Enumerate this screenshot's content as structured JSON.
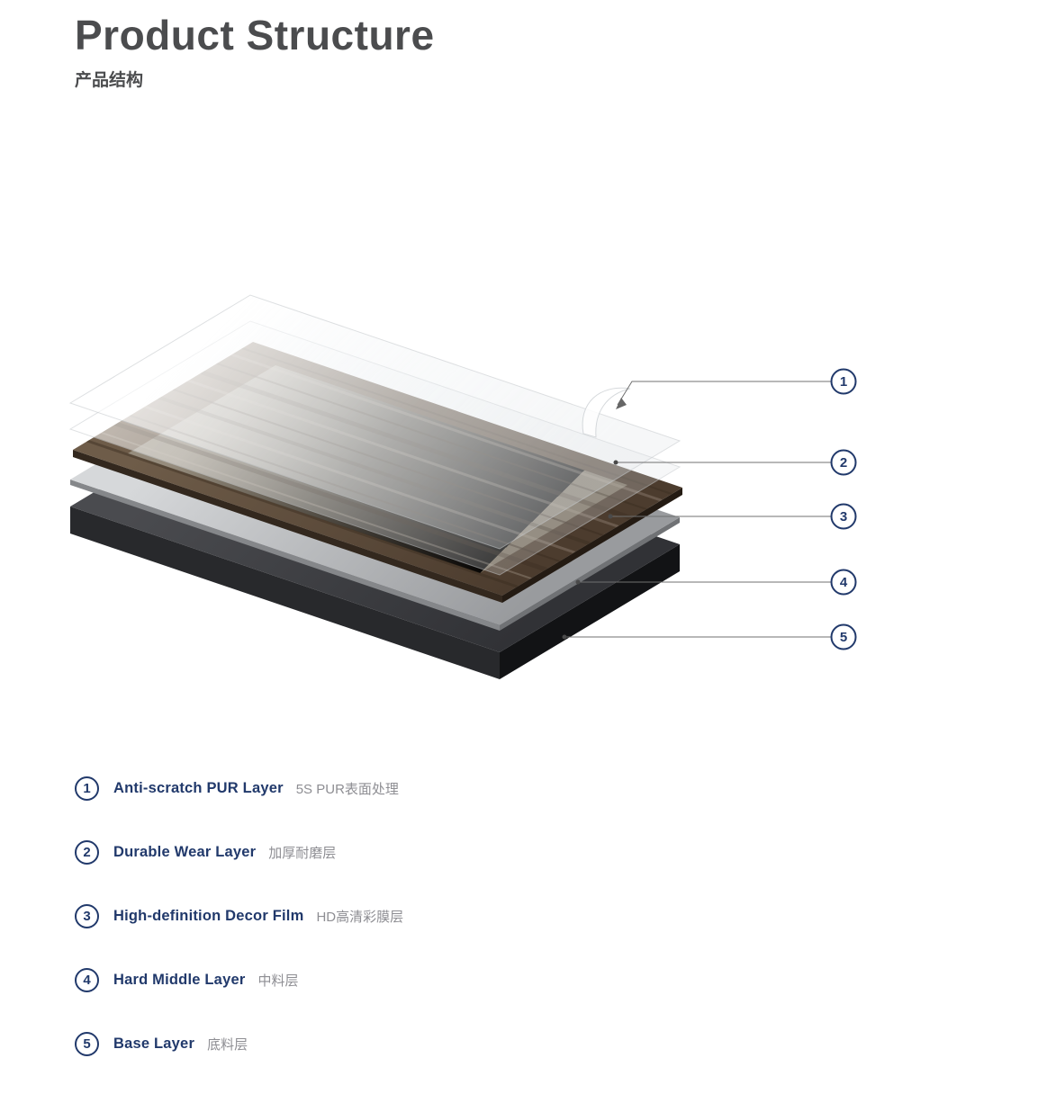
{
  "header": {
    "title": "Product Structure",
    "subtitle": "产品结构"
  },
  "diagram": {
    "callout_numbers": [
      "1",
      "2",
      "3",
      "4",
      "5"
    ]
  },
  "legend": {
    "items": [
      {
        "num": "1",
        "en": "Anti-scratch PUR Layer",
        "zh": "5S PUR表面处理"
      },
      {
        "num": "2",
        "en": "Durable Wear Layer",
        "zh": "加厚耐磨层"
      },
      {
        "num": "3",
        "en": "High-definition Decor Film",
        "zh": "HD高清彩膜层"
      },
      {
        "num": "4",
        "en": "Hard Middle Layer",
        "zh": "中料层"
      },
      {
        "num": "5",
        "en": "Base Layer",
        "zh": "底料层"
      }
    ]
  },
  "colors": {
    "accent_navy": "#21396b",
    "title_gray": "#4b4c4e",
    "sub_text_gray": "#8e8e93",
    "leader_line": "#707070"
  }
}
